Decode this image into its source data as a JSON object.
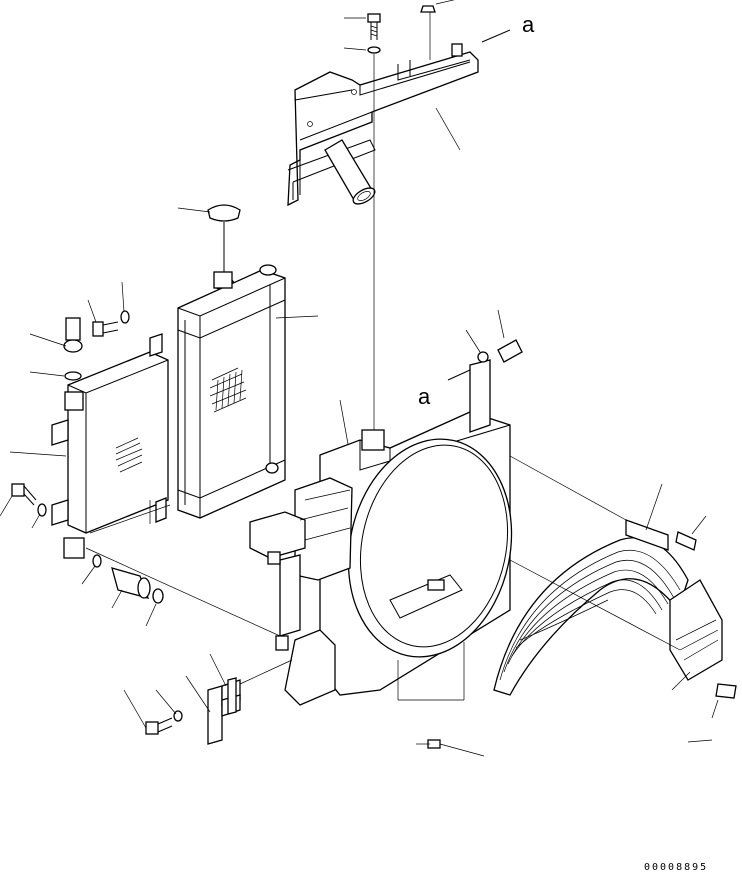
{
  "reference_marks": [
    "a",
    "a"
  ],
  "drawing_code": "00008895",
  "colors": {
    "line": "#000000",
    "background": "#ffffff"
  }
}
